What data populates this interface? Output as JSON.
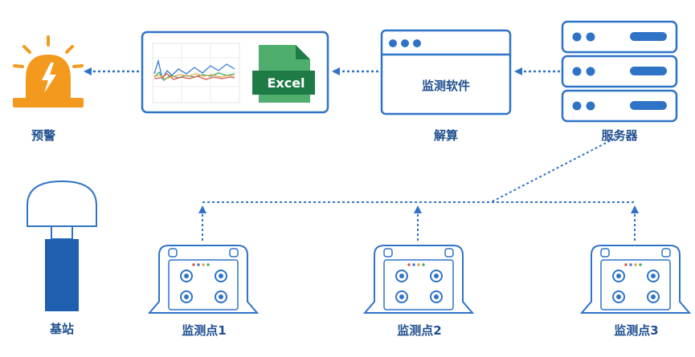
{
  "labels": {
    "alarm": "预警",
    "solve": "解算",
    "server": "服务器",
    "base_station": "基站",
    "point1": "监测点1",
    "point2": "监测点2",
    "point3": "监测点3"
  },
  "software_window": {
    "title": "监测软件"
  },
  "excel_icon": {
    "text": "Excel"
  },
  "colors": {
    "primary_blue": "#2f73c7",
    "dark_label": "#1f4f8f",
    "alarm_orange": "#f39a1e",
    "excel_green": "#1e7b46",
    "excel_light_green": "#4fae6e",
    "chart_line_blue": "#3a7bd5",
    "chart_line_green": "#3cae6b",
    "chart_line_red": "#d9534f",
    "chart_line_orange": "#e1a23a"
  },
  "icons": {
    "alarm": "alarm-beacon-icon",
    "chart": "line-chart-icon",
    "excel": "excel-file-icon",
    "software": "software-window-icon",
    "server": "server-rack-icon",
    "base_station": "gnss-base-station-icon",
    "monitor_device": "gnss-monitor-device-icon"
  }
}
